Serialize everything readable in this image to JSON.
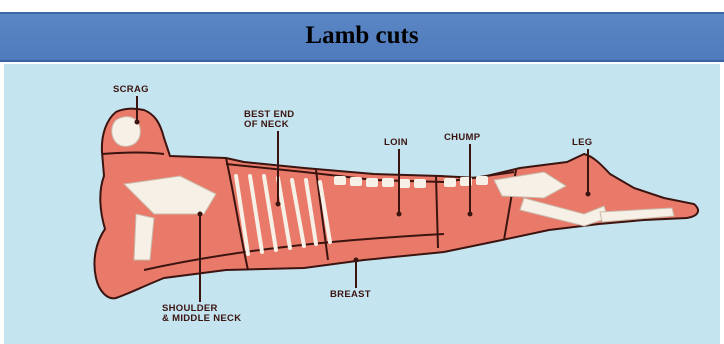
{
  "title": "Lamb cuts",
  "diagram": {
    "labels": {
      "scrag": "SCRAG",
      "best_end": "BEST END\nOF NECK",
      "loin": "LOIN",
      "chump": "CHUMP",
      "leg": "LEG",
      "breast": "BREAST",
      "shoulder": "SHOULDER\n& MIDDLE NECK"
    },
    "colors": {
      "meat": "#e97a6a",
      "bone": "#f6f0e6",
      "outline": "#3b1410",
      "background": "#c4e4f0",
      "title_bar": "#4f7bbd"
    }
  }
}
